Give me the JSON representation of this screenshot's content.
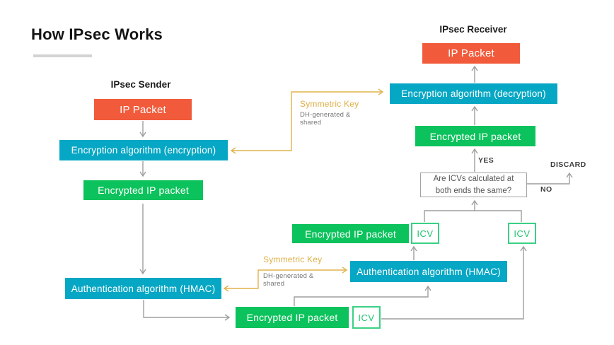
{
  "title": "How IPsec Works",
  "colors": {
    "orange": "#F15B3B",
    "teal": "#06A7C4",
    "green": "#0CC25C",
    "icv_green": "#3BD084",
    "gold": "#DFAF45",
    "line_gray": "#9E9E9E",
    "heading_dark": "#1D1D1D",
    "desc_gray": "#757575"
  },
  "sender": {
    "heading": "IPsec Sender",
    "boxes": {
      "ip_packet": "IP Packet",
      "encryption": "Encryption algorithm (encryption)",
      "encrypted_packet": "Encrypted IP packet",
      "hmac": "Authentication algorithm (HMAC)",
      "output_packet": "Encrypted IP packet",
      "output_icv": "ICV"
    }
  },
  "receiver": {
    "heading": "IPsec Receiver",
    "boxes": {
      "ip_packet": "IP Packet",
      "decryption": "Encryption algorithm (decryption)",
      "encrypted_packet": "Encrypted IP packet",
      "hmac": "Authentication algorithm (HMAC)",
      "computed_packet": "Encrypted IP packet",
      "computed_icv": "ICV",
      "received_icv": "ICV"
    },
    "decision": {
      "question_line1": "Are ICVs calculated at",
      "question_line2": "both ends the same?",
      "yes_label": "YES",
      "no_label": "NO",
      "discard_label": "DISCARD"
    }
  },
  "symmetric_key_top": {
    "title": "Symmetric Key",
    "desc_line1": "DH-generated &",
    "desc_line2": "shared"
  },
  "symmetric_key_bottom": {
    "title": "Symmetric Key",
    "desc_line1": "DH-generated &",
    "desc_line2": "shared"
  }
}
